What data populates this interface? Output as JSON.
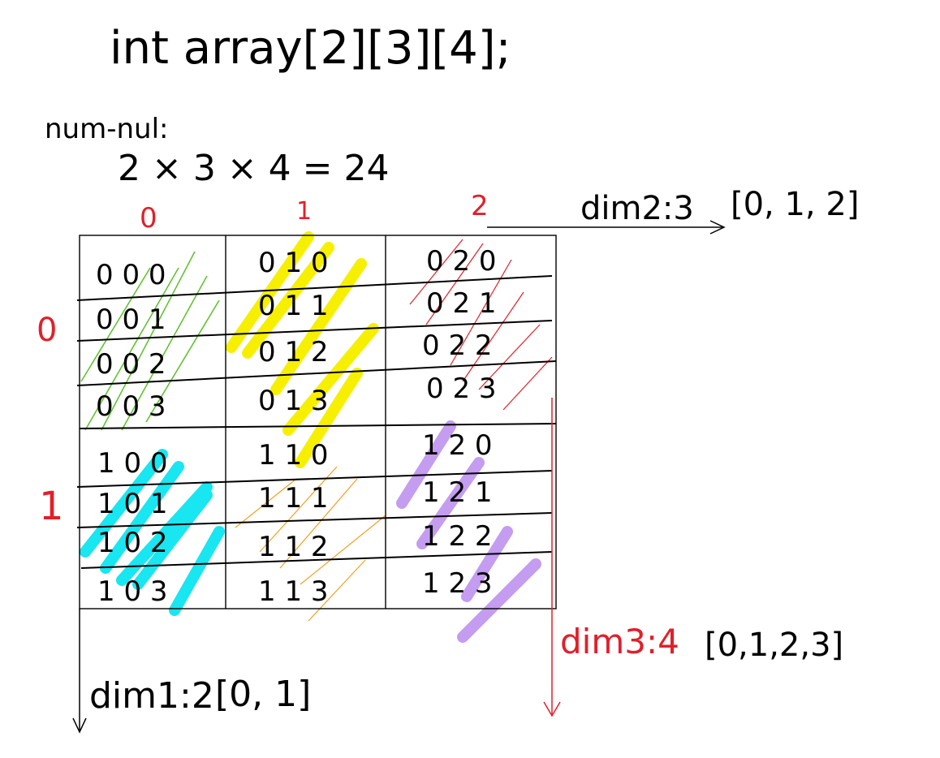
{
  "title": "int array[2][3][4];",
  "num_label": "num-nul:",
  "num_formula": "2 × 3 × 4 = 24",
  "dim2": {
    "label": "dim2:3",
    "indices": "[0, 1, 2]"
  },
  "dim1": {
    "label": "dim1:2",
    "indices": "[0, 1]"
  },
  "dim3": {
    "label": "dim3:4",
    "indices": "[0,1,2,3]"
  },
  "col_headers": [
    "0",
    "1",
    "2"
  ],
  "row_group_headers": [
    "0",
    "1"
  ],
  "cells": [
    [
      [
        "0 0 0",
        "0 0 1",
        "0 0 2",
        "0 0 3"
      ],
      [
        "0 1 0",
        "0 1 1",
        "0 1 2",
        "0 1 3"
      ],
      [
        "0 2 0",
        "0 2 1",
        "0 2 2",
        "0 2 3"
      ]
    ],
    [
      [
        "1 0 0",
        "1 0 1",
        "1 0 2",
        "1 0 3"
      ],
      [
        "1 1 0",
        "1 1 1",
        "1 1 2",
        "1 1 3"
      ],
      [
        "1 2 0",
        "1 2 1",
        "1 2 2",
        "1 2 3"
      ]
    ]
  ],
  "colors": {
    "ink": "#000000",
    "red": "#e0202a",
    "green": "#5cc02a",
    "yellow": "#f6f000",
    "cyan": "#18e6f0",
    "orange": "#f2a020",
    "purple": "#c49cf0"
  }
}
